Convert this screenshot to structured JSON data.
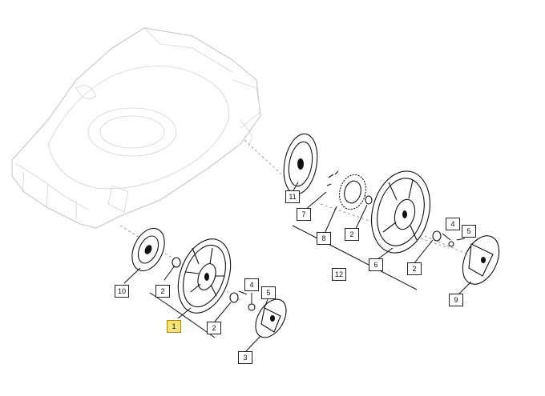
{
  "callouts": {
    "c1": "1",
    "c2a": "2",
    "c2b": "2",
    "c2c": "2",
    "c2d": "2",
    "c3": "3",
    "c4a": "4",
    "c4b": "4",
    "c5a": "5",
    "c5b": "5",
    "c6": "6",
    "c7": "7",
    "c8": "8",
    "c9": "9",
    "c10": "10",
    "c11": "11",
    "c12": "12"
  },
  "colors": {
    "highlight": "#f6e27a",
    "ink": "#111111",
    "deck_outline": "#c7c7c7"
  }
}
